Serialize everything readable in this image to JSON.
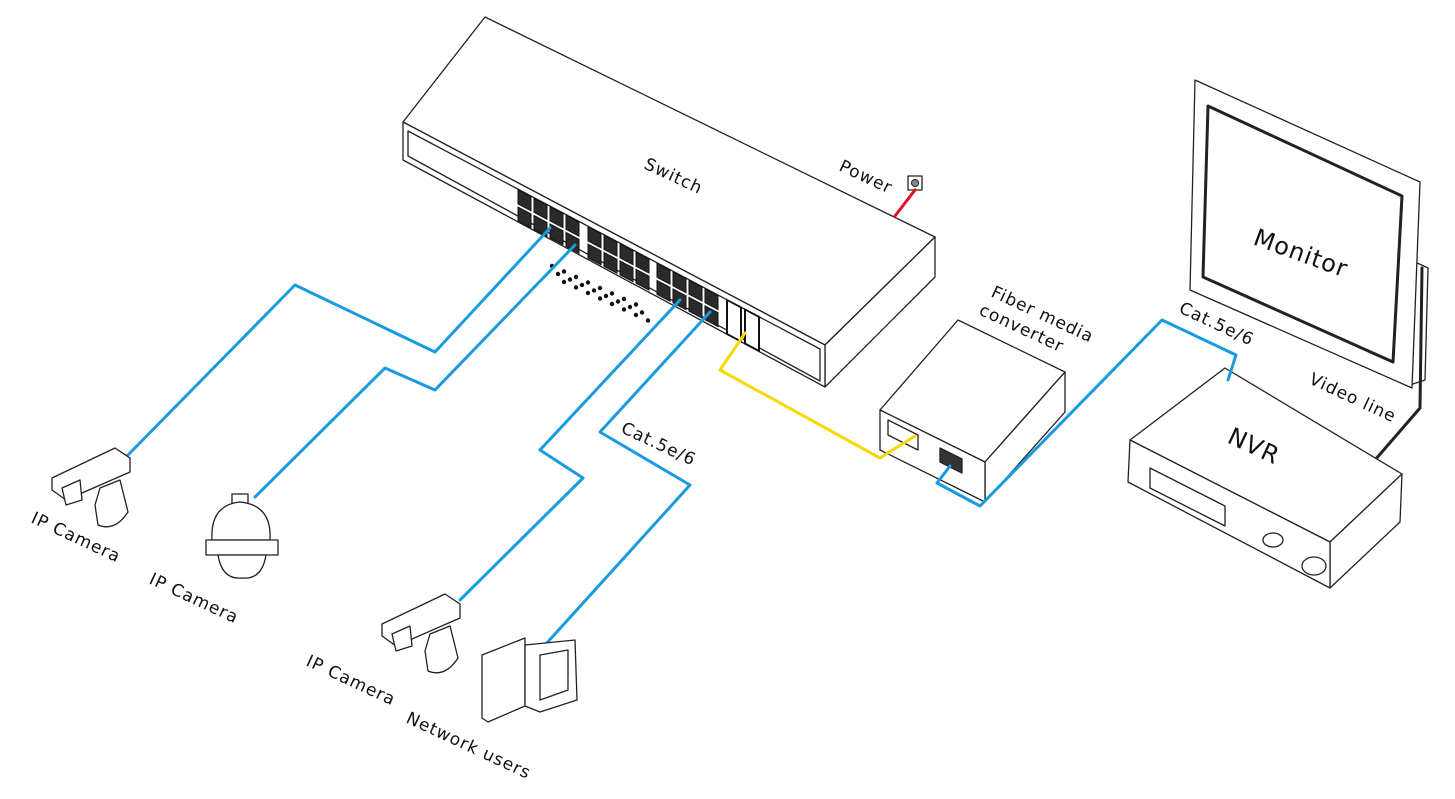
{
  "labels": {
    "switch": "Switch",
    "power": "Power",
    "fiber_converter": [
      "Fiber media",
      "converter"
    ],
    "cat_right": "Cat.5e/6",
    "cat_center": "Cat.5e/6",
    "monitor": "Monitor",
    "video_line": "Video line",
    "nvr": "NVR",
    "camera1": "IP Camera",
    "camera2": "IP Camera",
    "camera3": "IP Camera",
    "network_users": "Network users"
  },
  "colors": {
    "ethernet": "#1a9be0",
    "fiber": "#f7d800",
    "power": "#e0101e",
    "video": "#222222"
  }
}
